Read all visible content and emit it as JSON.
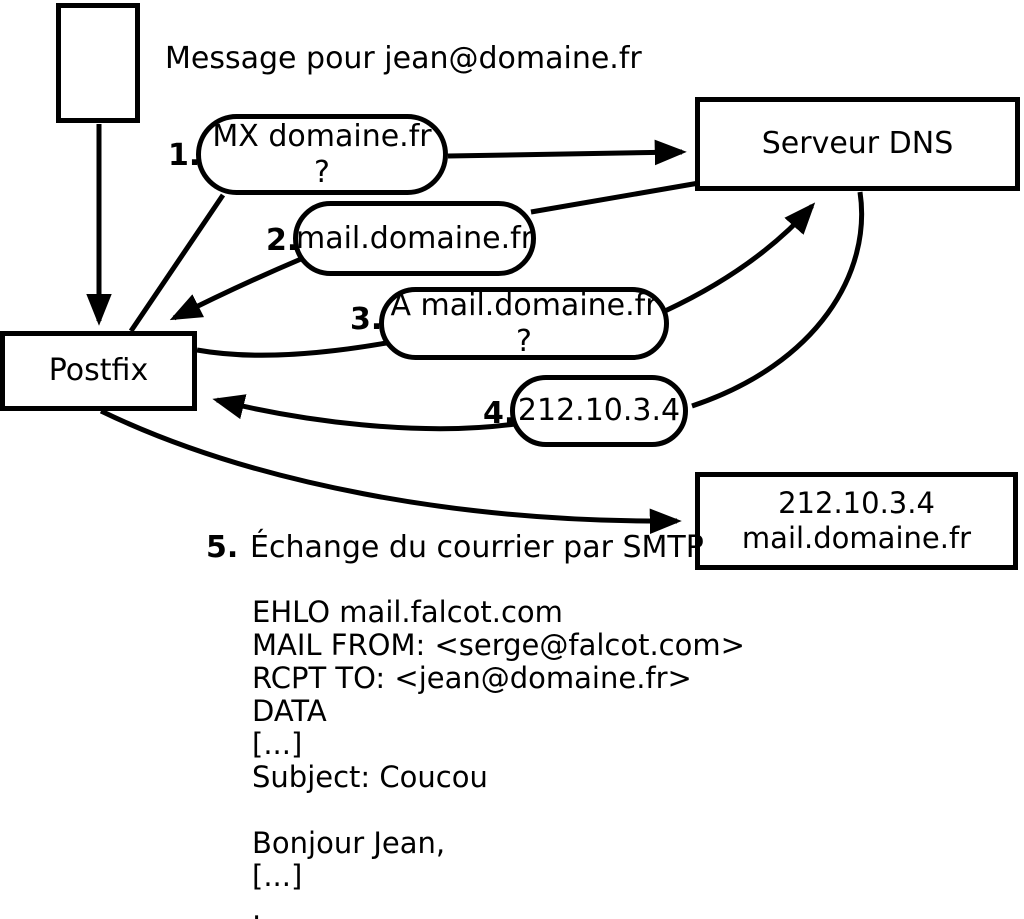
{
  "header": {
    "message_label": "Message pour jean@domaine.fr"
  },
  "nodes": {
    "postfix": "Postfix",
    "dns": "Serveur DNS",
    "mailserver_ip": "212.10.3.4",
    "mailserver_host": "mail.domaine.fr"
  },
  "steps": [
    {
      "num": "1.",
      "label": "MX domaine.fr ?"
    },
    {
      "num": "2.",
      "label": "mail.domaine.fr"
    },
    {
      "num": "3.",
      "label": "A mail.domaine.fr ?"
    },
    {
      "num": "4.",
      "label": "212.10.3.4"
    },
    {
      "num": "5.",
      "label": "Échange du courrier par SMTP"
    }
  ],
  "smtp": {
    "lines": [
      "EHLO mail.falcot.com",
      "MAIL FROM: <serge@falcot.com>",
      "RCPT TO: <jean@domaine.fr>",
      "DATA",
      "[...]",
      "Subject: Coucou",
      "",
      "Bonjour Jean,",
      "[...]",
      "."
    ]
  },
  "colors": {
    "line": "#000000",
    "background": "#ffffff",
    "text": "#000000"
  }
}
